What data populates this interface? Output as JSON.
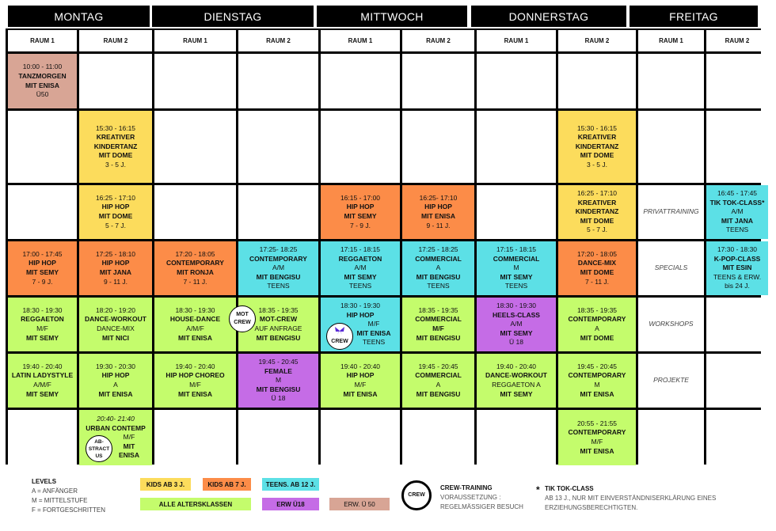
{
  "days": [
    "MONTAG",
    "DIENSTAG",
    "MITTWOCH",
    "DONNERSTAG",
    "FREITAG"
  ],
  "rooms": [
    "RAUM 1",
    "RAUM 2",
    "RAUM 1",
    "RAUM 2",
    "RAUM 1",
    "RAUM 2",
    "RAUM 1",
    "RAUM 2",
    "RAUM 1",
    "RAUM 2"
  ],
  "colors": {
    "yellow": "#fcdc5c",
    "orange": "#fc8c48",
    "cyan": "#5ce0e6",
    "green": "#c4fc6c",
    "purple": "#c56ce6",
    "rose": "#d8a595"
  },
  "rows": [
    [
      {
        "color": "rose",
        "lines": [
          {
            "text": "10:00 - 11:00"
          },
          {
            "text": "TANZMORGEN",
            "bold": true
          },
          {
            "text": "MIT ENISA",
            "bold": true
          },
          {
            "text": "Ü50"
          }
        ]
      },
      {},
      {},
      {},
      {},
      {},
      {},
      {},
      {},
      {}
    ],
    [
      {},
      {
        "color": "yellow",
        "lines": [
          {
            "text": "15:30 - 16:15"
          },
          {
            "text": "KREATIVER",
            "bold": true
          },
          {
            "text": "KINDERTANZ",
            "bold": true
          },
          {
            "text": "MIT DOME",
            "bold": true
          },
          {
            "text": "3 - 5 J."
          }
        ]
      },
      {},
      {},
      {},
      {},
      {},
      {
        "color": "yellow",
        "lines": [
          {
            "text": "15:30 - 16:15"
          },
          {
            "text": "KREATIVER",
            "bold": true
          },
          {
            "text": "KINDERTANZ",
            "bold": true
          },
          {
            "text": "MIT DOME",
            "bold": true
          },
          {
            "text": "3 - 5 J."
          }
        ]
      },
      {},
      {}
    ],
    [
      {},
      {
        "color": "yellow",
        "lines": [
          {
            "text": "16:25 - 17:10"
          },
          {
            "text": "HIP HOP",
            "bold": true
          },
          {
            "text": "MIT DOME",
            "bold": true
          },
          {
            "text": "5 - 7 J."
          }
        ]
      },
      {},
      {},
      {
        "color": "orange",
        "lines": [
          {
            "text": "16:15 - 17:00"
          },
          {
            "text": "HIP HOP",
            "bold": true
          },
          {
            "text": "MIT SEMY",
            "bold": true
          },
          {
            "text": "7 - 9 J."
          }
        ]
      },
      {
        "color": "orange",
        "lines": [
          {
            "text": "16:25- 17:10"
          },
          {
            "text": "HIP HOP",
            "bold": true
          },
          {
            "text": "MIT ENISA",
            "bold": true
          },
          {
            "text": "9 - 11 J."
          }
        ]
      },
      {},
      {
        "color": "yellow",
        "lines": [
          {
            "text": "16:25 - 17:10"
          },
          {
            "text": "KREATIVER",
            "bold": true
          },
          {
            "text": "KINDERTANZ",
            "bold": true
          },
          {
            "text": "MIT DOME",
            "bold": true
          },
          {
            "text": "5 - 7 J."
          }
        ]
      },
      {
        "lines": [
          {
            "text": "PRIVATTRAINING",
            "italic": true
          }
        ]
      },
      {
        "color": "cyan",
        "lines": [
          {
            "text": "16:45 - 17:45"
          },
          {
            "text": "TIK TOK-CLASS*",
            "bold": true
          },
          {
            "text": "A/M"
          },
          {
            "text": "MIT JANA",
            "bold": true
          },
          {
            "text": "TEENS"
          }
        ]
      }
    ],
    [
      {
        "color": "orange",
        "lines": [
          {
            "text": "17:00 - 17:45"
          },
          {
            "text": "HIP HOP",
            "bold": true
          },
          {
            "text": "MIT SEMY",
            "bold": true
          },
          {
            "text": "7 - 9 J."
          }
        ]
      },
      {
        "color": "orange",
        "lines": [
          {
            "text": "17:25 - 18:10"
          },
          {
            "text": "HIP HOP",
            "bold": true
          },
          {
            "text": "MIT JANA",
            "bold": true
          },
          {
            "text": "9 - 11 J."
          }
        ]
      },
      {
        "color": "orange",
        "lines": [
          {
            "text": "17:20 - 18:05"
          },
          {
            "text": "CONTEMPORARY",
            "bold": true
          },
          {
            "text": "MIT RONJA",
            "bold": true
          },
          {
            "text": "7 - 11 J."
          }
        ]
      },
      {
        "color": "cyan",
        "lines": [
          {
            "text": "17:25- 18:25"
          },
          {
            "text": "CONTEMPORARY",
            "bold": true
          },
          {
            "text": "A/M"
          },
          {
            "text": "MIT BENGISU",
            "bold": true
          },
          {
            "text": "TEENS"
          }
        ]
      },
      {
        "color": "cyan",
        "lines": [
          {
            "text": "17:15 - 18:15"
          },
          {
            "text": "REGGAETON",
            "bold": true
          },
          {
            "text": "A/M"
          },
          {
            "text": "MIT SEMY",
            "bold": true
          },
          {
            "text": "TEENS"
          }
        ]
      },
      {
        "color": "cyan",
        "lines": [
          {
            "text": "17:25 - 18:25"
          },
          {
            "text": "COMMERCIAL",
            "bold": true
          },
          {
            "text": "A"
          },
          {
            "text": "MIT BENGISU",
            "bold": true
          },
          {
            "text": "TEENS"
          }
        ]
      },
      {
        "color": "cyan",
        "lines": [
          {
            "text": "17:15 - 18:15"
          },
          {
            "text": "COMMERCIAL",
            "bold": true
          },
          {
            "text": "M"
          },
          {
            "text": "MIT SEMY",
            "bold": true
          },
          {
            "text": "TEENS"
          }
        ]
      },
      {
        "color": "orange",
        "lines": [
          {
            "text": "17:20 - 18:05"
          },
          {
            "text": "DANCE-MIX",
            "bold": true
          },
          {
            "text": "MIT DOME",
            "bold": true
          },
          {
            "text": "7 - 11 J."
          }
        ]
      },
      {
        "lines": [
          {
            "text": "SPECIALS",
            "italic": true
          }
        ]
      },
      {
        "color": "cyan",
        "lines": [
          {
            "text": "17:30 - 18:30"
          },
          {
            "text": "K-POP-CLASS",
            "bold": true
          },
          {
            "text": "MIT ESIN",
            "bold": true
          },
          {
            "text": "TEENS & ERW."
          },
          {
            "text": "bis 24 J."
          }
        ]
      }
    ],
    [
      {
        "color": "green",
        "lines": [
          {
            "text": "18:30 - 19:30"
          },
          {
            "text": "REGGAETON",
            "bold": true
          },
          {
            "text": "M/F"
          },
          {
            "text": "MIT SEMY",
            "bold": true
          }
        ]
      },
      {
        "color": "green",
        "lines": [
          {
            "text": "18:20 - 19:20"
          },
          {
            "text": "DANCE-WORKOUT",
            "bold": true
          },
          {
            "text": "DANCE-MIX"
          },
          {
            "text": "MIT NICI",
            "bold": true
          }
        ]
      },
      {
        "color": "green",
        "lines": [
          {
            "text": "18:30 - 19:30"
          },
          {
            "text": "HOUSE-DANCE",
            "bold": true
          },
          {
            "text": "A/M/F"
          },
          {
            "text": "MIT ENISA",
            "bold": true
          }
        ]
      },
      {
        "color": "green",
        "badge": {
          "lines": [
            "MOT",
            "CREW"
          ],
          "pos": "mot"
        },
        "lines": [
          {
            "text": "18:35 - 19:35"
          },
          {
            "text": "MOT-CREW",
            "bold": true
          },
          {
            "text": "AUF ANFRAGE"
          },
          {
            "text": "MIT BENGISU",
            "bold": true
          }
        ]
      },
      {
        "color": "cyan",
        "badge": {
          "lines": [
            "CREW"
          ],
          "pos": "crew",
          "icon": "butterfly"
        },
        "lines": [
          {
            "text": "18:30 - 19:30"
          },
          {
            "text": "HIP HOP",
            "bold": true
          },
          {
            "text": "M/F",
            "indent": true
          },
          {
            "text": "MIT ENISA",
            "bold": true,
            "indent": true
          },
          {
            "text": "TEENS",
            "indent": true
          }
        ]
      },
      {
        "color": "green",
        "lines": [
          {
            "text": "18:35 - 19:35"
          },
          {
            "text": "COMMERCIAL",
            "bold": true
          },
          {
            "text": "M/F",
            "bold": true
          },
          {
            "text": "MIT BENGISU",
            "bold": true
          }
        ]
      },
      {
        "color": "purple",
        "lines": [
          {
            "text": "18:30 - 19:30"
          },
          {
            "text": "HEELS-CLASS",
            "bold": true
          },
          {
            "text": "A/M"
          },
          {
            "text": "MIT SEMY",
            "bold": true
          },
          {
            "text": "Ü 18"
          }
        ]
      },
      {
        "color": "green",
        "lines": [
          {
            "text": "18:35 - 19:35"
          },
          {
            "text": "CONTEMPORARY",
            "bold": true
          },
          {
            "text": "A"
          },
          {
            "text": "MIT DOME",
            "bold": true
          }
        ]
      },
      {
        "lines": [
          {
            "text": "WORKSHOPS",
            "italic": true
          }
        ]
      },
      {}
    ],
    [
      {
        "color": "green",
        "lines": [
          {
            "text": "19:40 - 20:40"
          },
          {
            "text": "LATIN LADYSTYLE",
            "bold": true
          },
          {
            "text": "A/M/F"
          },
          {
            "text": "MIT SEMY",
            "bold": true
          }
        ]
      },
      {
        "color": "green",
        "lines": [
          {
            "text": "19:30 - 20:30"
          },
          {
            "text": "HIP HOP",
            "bold": true
          },
          {
            "text": "A"
          },
          {
            "text": "MIT ENISA",
            "bold": true
          }
        ]
      },
      {
        "color": "green",
        "lines": [
          {
            "text": "19:40 - 20:40"
          },
          {
            "text": "HIP HOP CHOREO",
            "bold": true
          },
          {
            "text": "M/F"
          },
          {
            "text": "MIT ENISA",
            "bold": true
          }
        ]
      },
      {
        "color": "purple",
        "lines": [
          {
            "text": "19:45 - 20:45"
          },
          {
            "text": "FEMALE",
            "bold": true
          },
          {
            "text": "M"
          },
          {
            "text": "MIT BENGISU",
            "bold": true
          },
          {
            "text": "Ü 18"
          }
        ]
      },
      {
        "color": "green",
        "lines": [
          {
            "text": "19:40 - 20:40"
          },
          {
            "text": "HIP HOP",
            "bold": true
          },
          {
            "text": "M/F"
          },
          {
            "text": "MIT ENISA",
            "bold": true
          }
        ]
      },
      {
        "color": "green",
        "lines": [
          {
            "text": "19:45 - 20:45"
          },
          {
            "text": "COMMERCIAL",
            "bold": true
          },
          {
            "text": "A"
          },
          {
            "text": "MIT BENGISU",
            "bold": true
          }
        ]
      },
      {
        "color": "green",
        "lines": [
          {
            "text": "19:40 - 20:40"
          },
          {
            "text": "DANCE-WORKOUT",
            "bold": true
          },
          {
            "text": "REGGAETON A"
          },
          {
            "text": "MIT SEMY",
            "bold": true
          }
        ]
      },
      {
        "color": "green",
        "lines": [
          {
            "text": "19:45 - 20:45"
          },
          {
            "text": "CONTEMPORARY",
            "bold": true
          },
          {
            "text": "M"
          },
          {
            "text": "MIT ENISA",
            "bold": true
          }
        ]
      },
      {
        "lines": [
          {
            "text": "PROJEKTE",
            "italic": true
          }
        ]
      },
      {}
    ],
    [
      {},
      {
        "color": "green",
        "badge": {
          "lines": [
            "AB-",
            "STRACT",
            "US"
          ],
          "pos": "abs"
        },
        "lines": [
          {
            "text": "20:40- 21:40",
            "ital": true
          },
          {
            "text": "URBAN CONTEMP",
            "bold": true
          },
          {
            "text": "M/F",
            "indent": true
          },
          {
            "text": "MIT",
            "bold": true,
            "indent": true
          },
          {
            "text": "ENISA",
            "bold": true,
            "indent": true
          }
        ]
      },
      {},
      {},
      {},
      {},
      {},
      {
        "color": "green",
        "lines": [
          {
            "text": "20:55 - 21:55"
          },
          {
            "text": "CONTEMPORARY",
            "bold": true
          },
          {
            "text": "M/F"
          },
          {
            "text": "MIT ENISA",
            "bold": true
          }
        ]
      },
      {},
      {}
    ]
  ],
  "legend": {
    "levels_title": "LEVELS",
    "levels": [
      "A = ANFÄNGER",
      "M = MITTELSTUFE",
      "F = FORTGESCHRITTEN"
    ],
    "chips": [
      {
        "label": "KIDS AB 3 J.",
        "color": "yellow"
      },
      {
        "label": "KIDS AB 7 J.",
        "color": "orange"
      },
      {
        "label": "TEENS. AB 12 J.",
        "color": "cyan"
      },
      {
        "label": "ALLE ALTERSKLASSEN",
        "color": "green"
      },
      {
        "label": "ERW Ü18",
        "color": "purple"
      },
      {
        "label": "ERW. Ü 50",
        "color": "rose"
      }
    ],
    "crew_badge": "CREW",
    "crew_title": "CREW-TRAINING",
    "crew_lines": [
      "VORAUSSETZUNG :",
      "REGELMÄSSIGER BESUCH"
    ],
    "tiktok_star": "*",
    "tiktok_title": "TIK TOK-CLASS",
    "tiktok_lines": [
      "AB 13 J., NUR MIT EINVERSTÄNDNISERKLÄRUNG EINES",
      "ERZIEHUNGSBERECHTIGTEN."
    ]
  }
}
